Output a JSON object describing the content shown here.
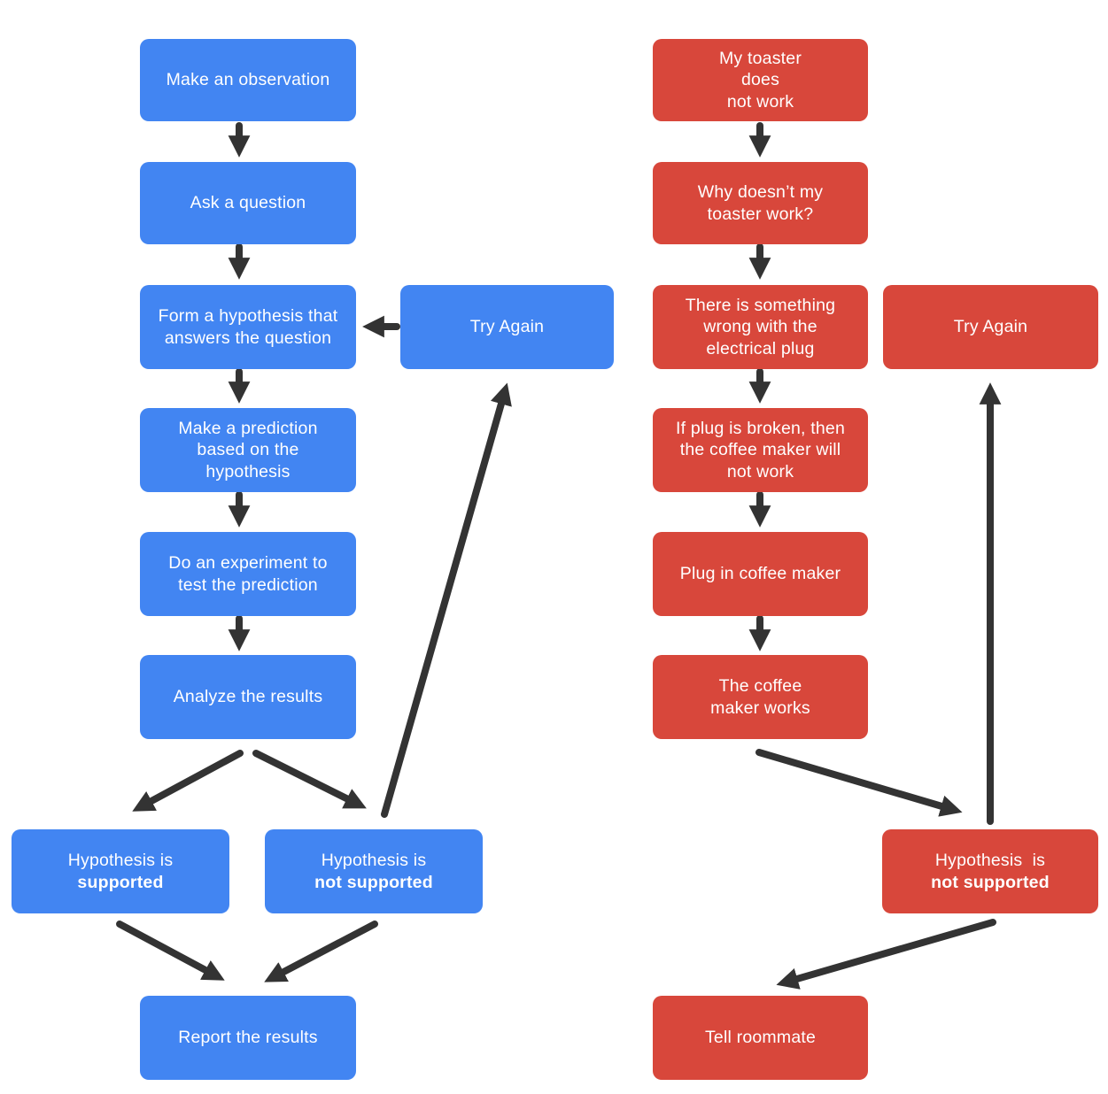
{
  "colors": {
    "process_box": "#4285F2",
    "example_box": "#D8473B",
    "arrow": "#333333",
    "box_text": "#FFFFFF",
    "background": "#FFFFFF"
  },
  "scientific_method_flow": {
    "make_observation": "Make an observation",
    "ask_question": "Ask a question",
    "form_hypothesis": "Form a hypothesis that\nanswers the question",
    "make_prediction": "Make a prediction\nbased on the\nhypothesis",
    "do_experiment": "Do an experiment to\ntest the prediction",
    "analyze_results": "Analyze the results",
    "hypothesis_supported": {
      "normal": "Hypothesis is",
      "bold": "supported"
    },
    "hypothesis_not_supported": {
      "normal": "Hypothesis is",
      "bold": "not supported"
    },
    "report_results": "Report the results",
    "try_again": "Try Again"
  },
  "toaster_example_flow": {
    "observation": "My toaster\ndoes\nnot work",
    "question": "Why doesn’t my\ntoaster work?",
    "hypothesis": "There is something\nwrong with the\nelectrical plug",
    "prediction": "If plug is broken, then\nthe coffee maker will\nnot work",
    "experiment": "Plug in coffee maker",
    "result": "The coffee\nmaker works",
    "hypothesis_not_supported": {
      "normal": "Hypothesis  is",
      "bold": "not supported"
    },
    "report": "Tell roommate",
    "try_again": "Try Again"
  }
}
